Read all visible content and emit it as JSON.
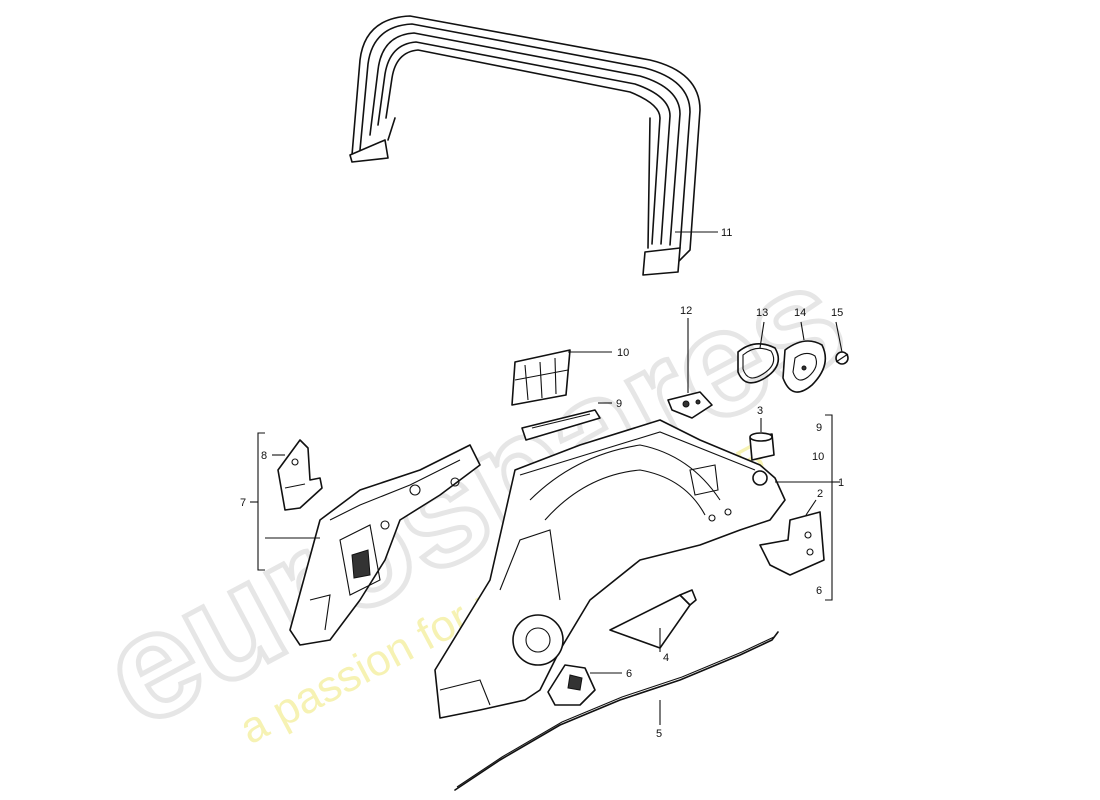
{
  "watermark": {
    "logo_text": "eurospares",
    "tagline": "a passion for parts since 1985"
  },
  "callouts": {
    "c1": "1",
    "c2": "2",
    "c3": "3",
    "c4": "4",
    "c5": "5",
    "c6": "6",
    "c7": "7",
    "c8": "8",
    "c9": "9",
    "c10": "10",
    "c11": "11",
    "c12": "12",
    "c13": "13",
    "c14": "14",
    "c15": "15",
    "r9": "9",
    "r10": "10",
    "r6": "6"
  }
}
